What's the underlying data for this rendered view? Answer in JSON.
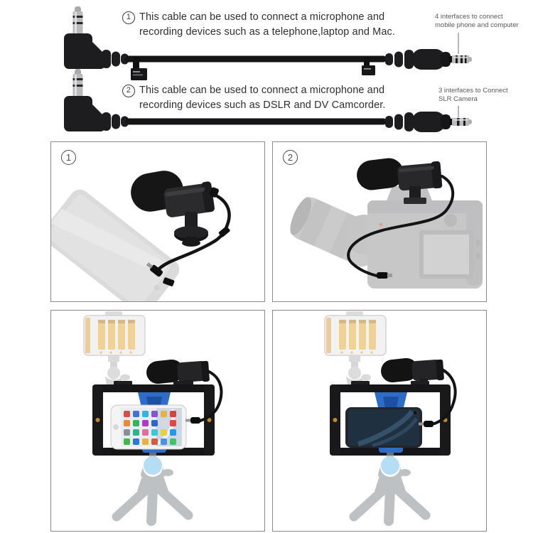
{
  "info": {
    "cable1": {
      "number": "1",
      "desc_line1": "This cable can be used to connect a microphone and",
      "desc_line2": "recording devices such as a telephone,laptop and Mac.",
      "callout_line1": "4 interfaces to connect",
      "callout_line2": "mobile phone and computer"
    },
    "cable2": {
      "number": "2",
      "desc_line1": "This cable can be used to connect a microphone and",
      "desc_line2": "recording devices such as DSLR and DV Camcorder.",
      "callout_line1": "3 interfaces to Connect",
      "callout_line2": "SLR Camera"
    }
  },
  "panels": {
    "phone_usage": {
      "number": "1"
    },
    "camera_usage": {
      "number": "2"
    }
  },
  "colors": {
    "background": "#ffffff",
    "text": "#2f2f2f",
    "callout_text": "#5a5a5a",
    "panel_border": "#8a8a8a",
    "cable_black": "#151517",
    "metal_silver": "#b9babc",
    "rig_blue": "#2d6dc8",
    "rig_blue_dark": "#1d4fa2",
    "led_yellow": "#e6b54e",
    "tripod_ball_blue": "#8ecdf0",
    "ghost_gray": "#b9b9b9"
  }
}
